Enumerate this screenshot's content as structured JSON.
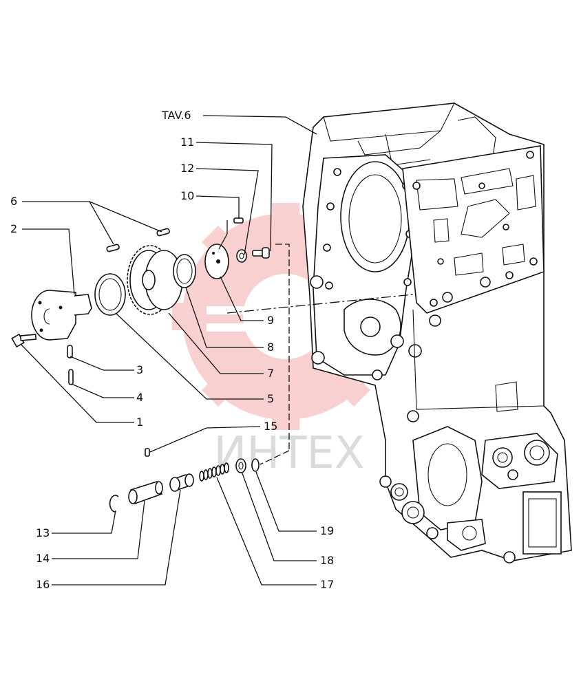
{
  "diagram": {
    "reference_label": "TAV.6",
    "callouts": [
      "1",
      "2",
      "3",
      "4",
      "5",
      "6",
      "7",
      "8",
      "9",
      "10",
      "11",
      "12",
      "13",
      "14",
      "15",
      "16",
      "17",
      "18",
      "19"
    ],
    "watermark": "ИНТЕХ",
    "watermark_color": "#e9595b"
  }
}
